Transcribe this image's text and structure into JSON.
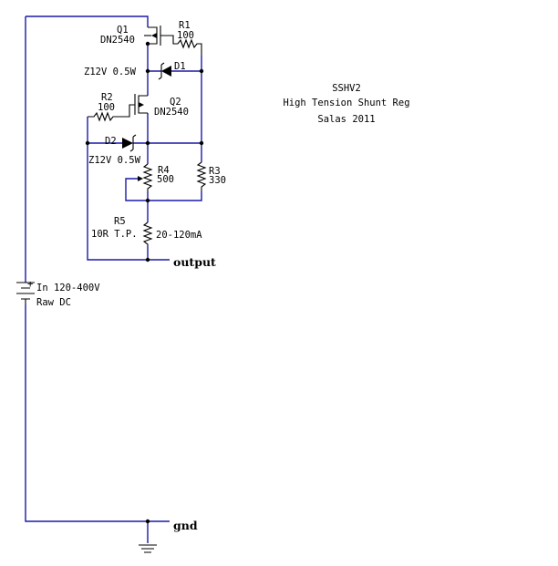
{
  "title": {
    "line1": "SSHV2",
    "line2": "High Tension Shunt Reg",
    "line3": "Salas 2011"
  },
  "components": {
    "q1": {
      "ref": "Q1",
      "part": "DN2540"
    },
    "r1": {
      "ref": "R1",
      "value": "100"
    },
    "d1": {
      "ref": "D1",
      "value": "Z12V 0.5W"
    },
    "r2": {
      "ref": "R2",
      "value": "100"
    },
    "q2": {
      "ref": "Q2",
      "part": "DN2540"
    },
    "d2": {
      "ref": "D2",
      "value": "Z12V 0.5W"
    },
    "r4": {
      "ref": "R4",
      "value": "500"
    },
    "r3": {
      "ref": "R3",
      "value": "330"
    },
    "r5": {
      "ref": "R5",
      "value": "10R T.P.",
      "range": "20-120mA"
    }
  },
  "source": {
    "line1": "In 120-400V",
    "line2": "Raw DC",
    "polarity": "+"
  },
  "nets": {
    "output": "output",
    "gnd": "gnd"
  },
  "colors": {
    "wire": "#1a1aa8",
    "component": "#000000",
    "background": "#ffffff"
  }
}
